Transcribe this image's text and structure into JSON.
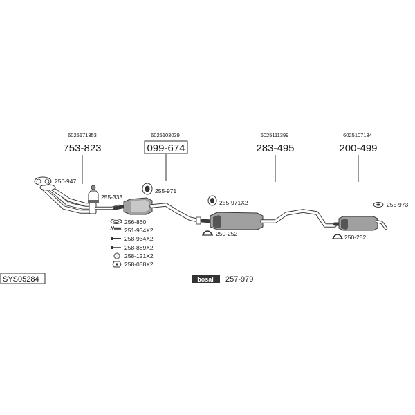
{
  "diagram_id": "SYS05284",
  "assemblies": [
    {
      "oem": "6025171353",
      "part": "753-823"
    },
    {
      "oem": "6025103039",
      "part": "099-674"
    },
    {
      "oem": "6025111399",
      "part": "283-495"
    },
    {
      "oem": "6025107134",
      "part": "200-499"
    }
  ],
  "parts": {
    "p256_947": "256-947",
    "p255_333": "255-333",
    "p255_971": "255-971",
    "p255_971x2": "255-971X2",
    "p250_252_a": "250-252",
    "p250_252_b": "250-252",
    "p255_973": "255-973",
    "p256_860": "256-860",
    "p251_934x2": "251-934X2",
    "p258_934x2": "258-934X2",
    "p258_889x2": "258-889X2",
    "p258_121x2": "258-121X2",
    "p258_038x2": "258-038X2"
  },
  "brand": {
    "logo_text": "bosal",
    "part": "257-979"
  }
}
